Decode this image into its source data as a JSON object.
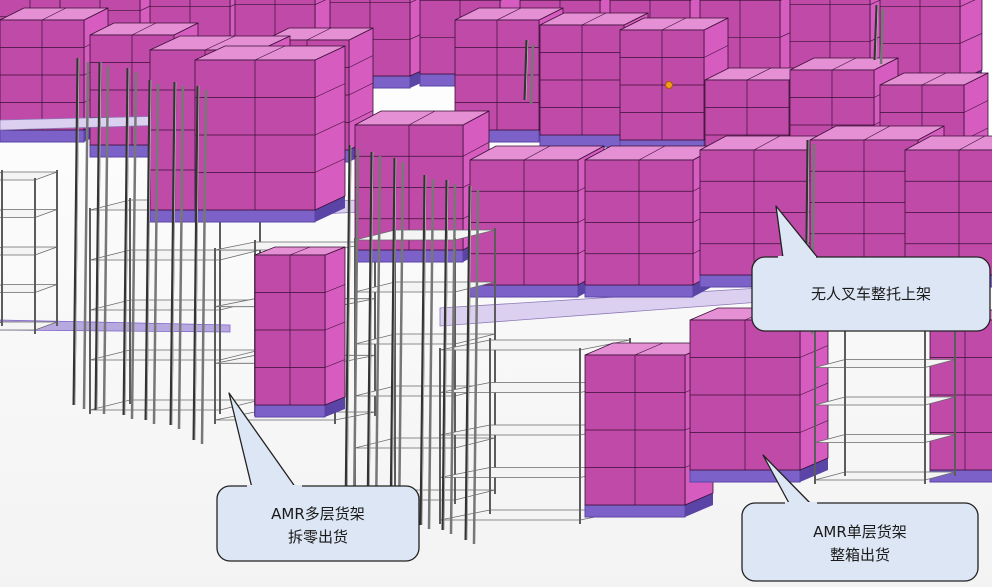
{
  "callouts": {
    "forklift": {
      "lines": [
        "无人叉车整托上架"
      ]
    },
    "multi": {
      "lines": [
        "AMR多层货架",
        "拆零出货"
      ]
    },
    "single": {
      "lines": [
        "AMR单层货架",
        "整箱出货"
      ]
    }
  },
  "colors": {
    "box_front": "#c04aa8",
    "box_side": "#d65cbf",
    "box_top": "#e58fd5",
    "box_edge": "#3a1036",
    "pallet": "#7c62c8",
    "pallet_dark": "#5a44a6",
    "beam": "#dcd0f0",
    "shelf": "#f4f4f4",
    "frame": "#5c5c5c",
    "bubble_fill": "#dce6f4",
    "bubble_stroke": "#222222"
  }
}
